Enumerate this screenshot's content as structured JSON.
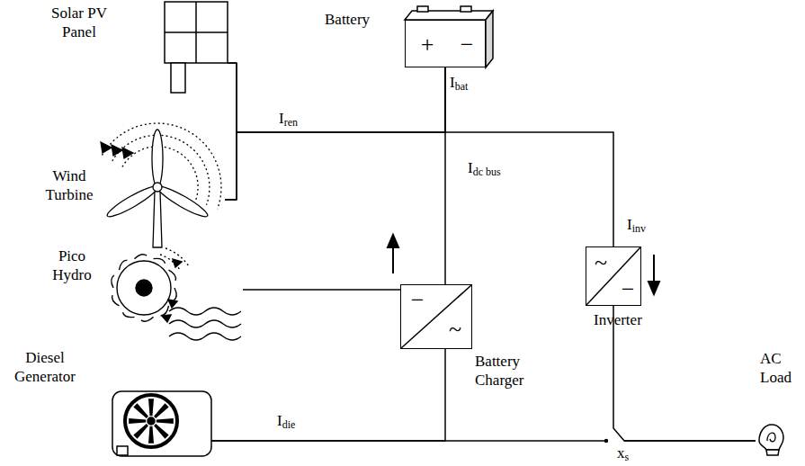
{
  "diagram": {
    "nodes": [
      {
        "text": [
          "Solar PV Panel"
        ]
      },
      {
        "text": [
          "Battery",
          "+",
          "−"
        ]
      },
      {
        "text": [
          "Wind Turbine"
        ]
      },
      {
        "text": [
          "Pico Hydro"
        ]
      },
      {
        "text": [
          "−",
          "~",
          "Battery Charger"
        ]
      },
      {
        "text": [
          "~",
          "−",
          "Inverter"
        ]
      },
      {
        "text": [
          "Diesel Generator"
        ]
      },
      {
        "text": [
          "AC Load"
        ]
      }
    ],
    "edges": [
      {
        "from": 0,
        "to": 1,
        "arrow": "none"
      },
      {
        "from": 2,
        "to": 1,
        "arrow": "none"
      },
      {
        "from": 4,
        "to": 1,
        "arrow": "none"
      },
      {
        "from": 1,
        "to": 5,
        "arrow": "none"
      },
      {
        "from": 3,
        "to": 4,
        "arrow": "none"
      },
      {
        "from": 6,
        "to": 4,
        "arrow": "none"
      },
      {
        "from": 6,
        "to": 7,
        "arrow": "none"
      },
      {
        "from": 5,
        "to": 7,
        "arrow": "none"
      }
    ],
    "labels": [
      "Ibat",
      "Iren",
      "Idc bus",
      "Iinv",
      "Idie",
      "xs"
    ]
  }
}
